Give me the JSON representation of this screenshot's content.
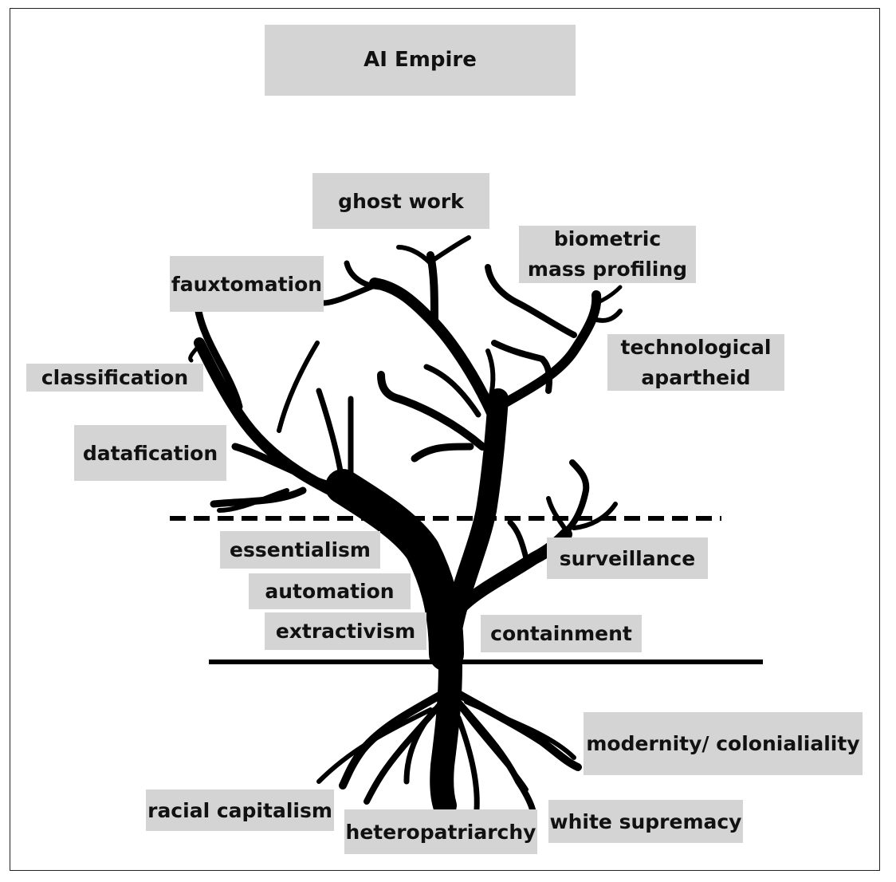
{
  "title": "AI Empire",
  "labels": {
    "ghost_work": "ghost work",
    "biometric_line1": "biometric",
    "biometric_line2": "mass profiling",
    "fauxtomation": "fauxtomation",
    "technological_line1": "technological",
    "technological_line2": "apartheid",
    "classification": "classification",
    "datafication": "datafication",
    "essentialism": "essentialism",
    "automation": "automation",
    "extractivism": "extractivism",
    "surveillance": "surveillance",
    "containment": "containment",
    "modernity": "modernity/ colonialiality",
    "racial_capitalism": "racial capitalism",
    "heteropatriarchy": "heteropatriarchy",
    "white_supremacy": "white supremacy"
  }
}
